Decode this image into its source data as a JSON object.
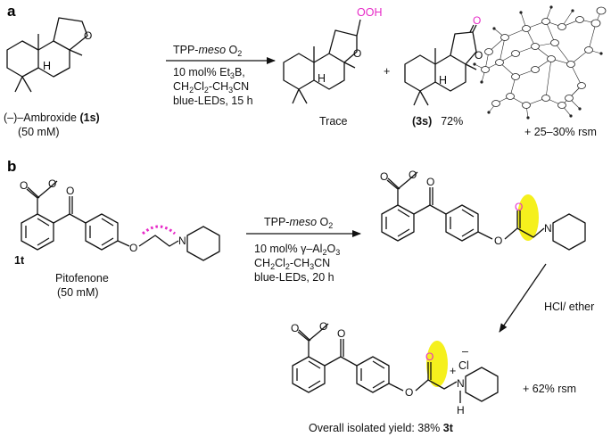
{
  "panel_a": {
    "letter": "a",
    "reactant_name": "(–)–Ambroxide",
    "reactant_id": "(1s)",
    "reactant_conc": "(50 mM)",
    "cond_line1_pre": "TPP-",
    "cond_line1_italic": "meso",
    "cond_line1_post": " O",
    "cond_line1_sub": "2",
    "cond_line2_pre": "10 mol% Et",
    "cond_line2_sub": "3",
    "cond_line2_post": "B,",
    "cond_line3_a": "CH",
    "cond_line3_s1": "2",
    "cond_line3_b": "Cl",
    "cond_line3_s2": "2",
    "cond_line3_c": "-CH",
    "cond_line3_s3": "3",
    "cond_line3_d": "CN",
    "cond_line4": "blue-LEDs, 15 h",
    "product1_label": "Trace",
    "product1_group": "OOH",
    "plus": "+",
    "product2_id": "(3s)",
    "product2_yield": "72%",
    "rsm": "+ 25–30% rsm",
    "stereo_H": "H",
    "ring_O": "O"
  },
  "panel_b": {
    "letter": "b",
    "reactant_id": "1t",
    "reactant_name": "Pitofenone",
    "reactant_conc": "(50 mM)",
    "cond_line1_pre": "TPP-",
    "cond_line1_italic": "meso",
    "cond_line1_post": " O",
    "cond_line1_sub": "2",
    "cond_line2_pre": "10 mol% γ–Al",
    "cond_line2_s1": "2",
    "cond_line2_mid": "O",
    "cond_line2_s2": "3",
    "cond_line3_a": "CH",
    "cond_line3_s1": "2",
    "cond_line3_b": "Cl",
    "cond_line3_s2": "2",
    "cond_line3_c": "-CH",
    "cond_line3_s3": "3",
    "cond_line3_d": "CN",
    "cond_line4": "blue-LEDs, 20 h",
    "acid_step": "HCl/ ether",
    "chloride": "Cl",
    "chloride_charge": "–",
    "ammonium_charge": "+",
    "ammonium_N": "N",
    "ammonium_H": "H",
    "rsm": "+ 62% rsm",
    "overall_pre": "Overall isolated yield: 38% ",
    "overall_bold": "3t",
    "atom_O": "O",
    "atom_N": "N"
  },
  "colors": {
    "highlight_yellow": "#f5f01d",
    "oxygen_pink": "#e62ac7"
  }
}
